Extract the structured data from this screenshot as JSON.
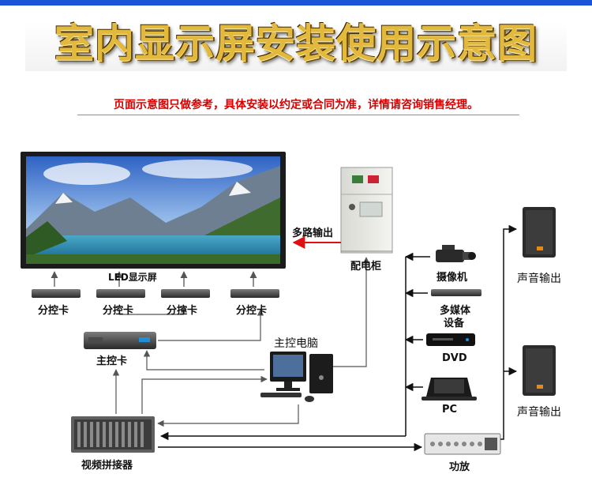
{
  "header": {
    "title": "室内显示屏安装使用示意图",
    "notice": "页面示意图只做参考，具体安装以约定或合同为准，详情请咨询销售经理。"
  },
  "labels": {
    "led_screen": "LED显示屏",
    "sub_card": "分控卡",
    "main_card": "主控卡",
    "main_pc": "主控电脑",
    "video_splicer": "视频拼接器",
    "multi_output": "多路输出",
    "power_cabinet": "配电柜",
    "camera": "摄像机",
    "multimedia_line1": "多媒体",
    "multimedia_line2": "设备",
    "dvd": "DVD",
    "pc": "PC",
    "amplifier": "功放",
    "speaker_top": "声音输出",
    "speaker_bottom": "声音输出"
  },
  "colors": {
    "title_gold": "#e2b93d",
    "notice_red": "#d80000",
    "arrow_red": "#e01010",
    "line_gray": "#555555",
    "line_black": "#111111",
    "top_bar": "#1a55d8"
  },
  "icons": [
    "led-screen-icon",
    "sub-control-card-icon",
    "main-control-card-icon",
    "desktop-computer-icon",
    "video-splicer-icon",
    "power-cabinet-icon",
    "camera-icon",
    "multimedia-device-icon",
    "dvd-player-icon",
    "laptop-icon",
    "amplifier-icon",
    "speaker-icon"
  ]
}
